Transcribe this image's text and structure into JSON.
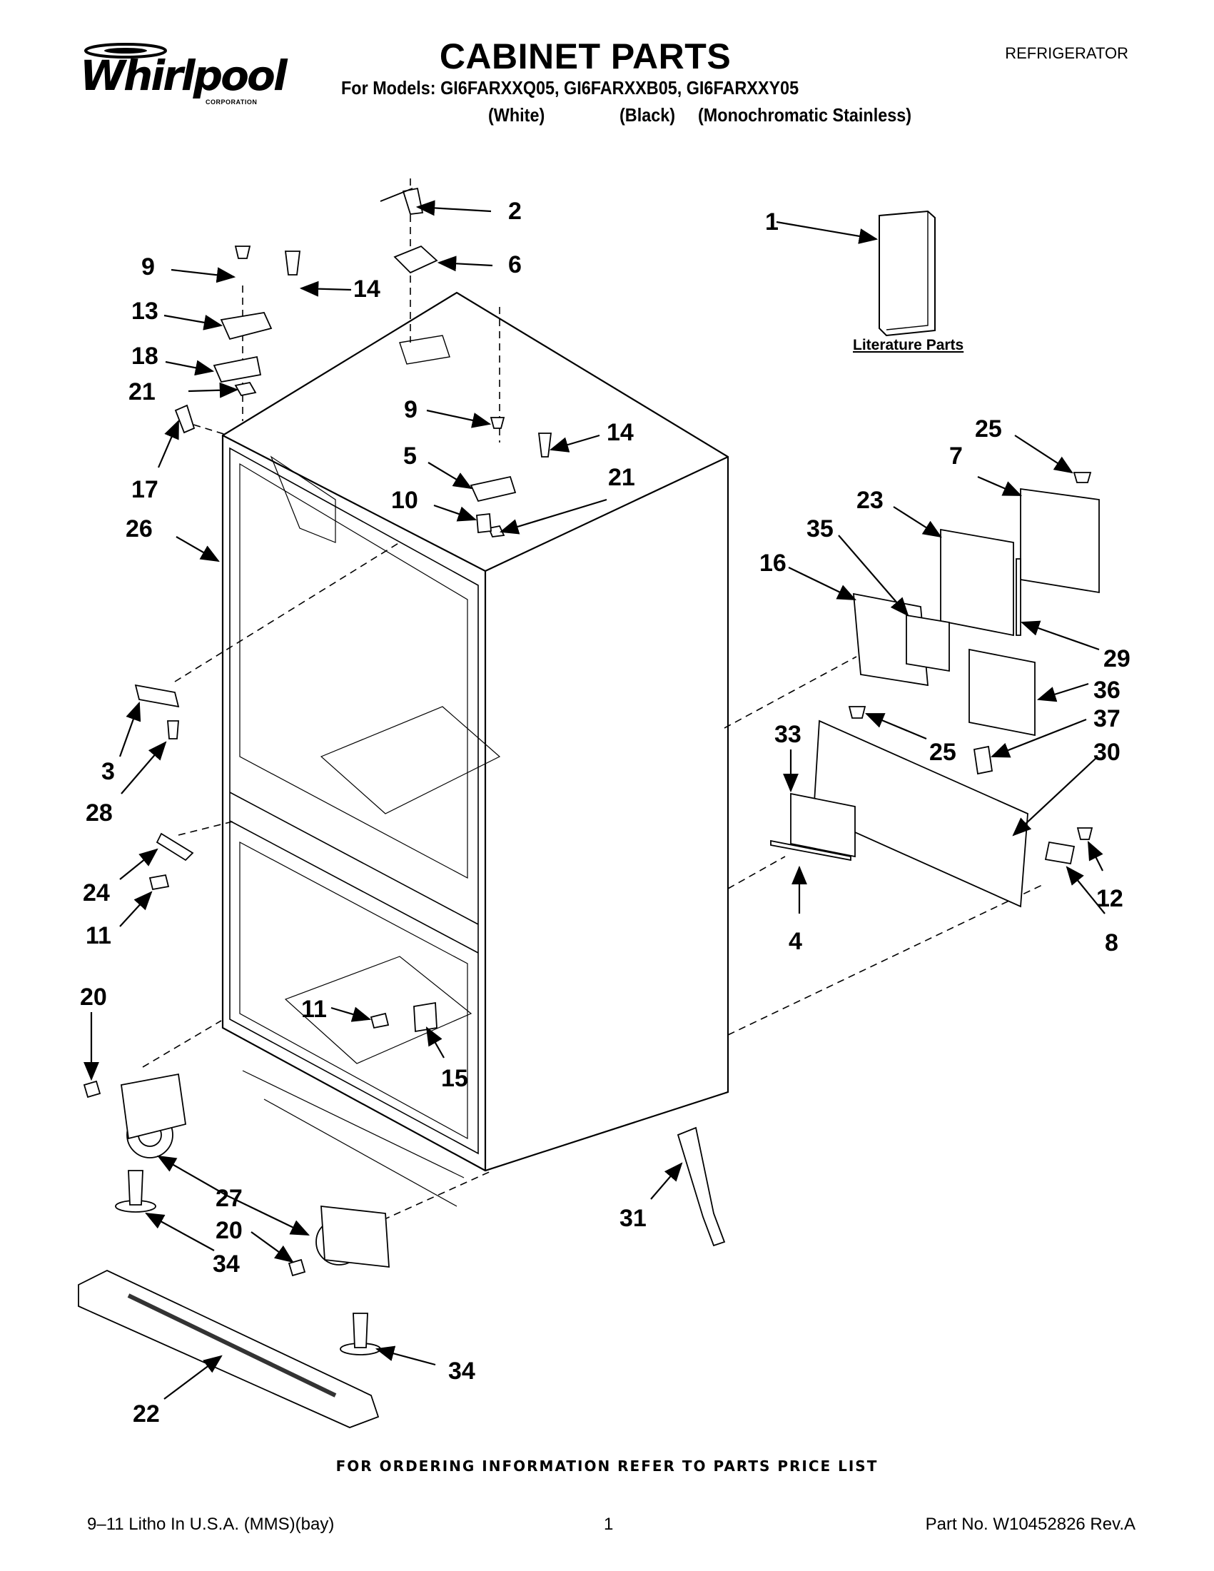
{
  "header": {
    "brand": "Whirlpool",
    "brand_subtitle": "CORPORATION",
    "title": "CABINET PARTS",
    "category": "REFRIGERATOR",
    "models_line": "For Models: GI6FARXXQ05, GI6FARXXB05, GI6FARXXY05",
    "color_white": "(White)",
    "color_black": "(Black)",
    "color_stainless": "(Monochromatic Stainless)"
  },
  "diagram": {
    "literature_label": "Literature Parts",
    "callouts": {
      "c1": "1",
      "c2": "2",
      "c6": "6",
      "c9a": "9",
      "c14a": "14",
      "c13": "13",
      "c18": "18",
      "c21a": "21",
      "c17": "17",
      "c26": "26",
      "c9b": "9",
      "c14b": "14",
      "c5": "5",
      "c10": "10",
      "c21b": "21",
      "c25a": "25",
      "c7": "7",
      "c23": "23",
      "c35": "35",
      "c16": "16",
      "c29": "29",
      "c36": "36",
      "c37": "37",
      "c25b": "25",
      "c33": "33",
      "c30": "30",
      "c3": "3",
      "c28": "28",
      "c24": "24",
      "c11a": "11",
      "c12": "12",
      "c4": "4",
      "c8": "8",
      "c20a": "20",
      "c11b": "11",
      "c15": "15",
      "c27": "27",
      "c20b": "20",
      "c34a": "34",
      "c31": "31",
      "c34b": "34",
      "c22": "22"
    }
  },
  "footer": {
    "order_note": "FOR ORDERING INFORMATION REFER TO PARTS PRICE LIST",
    "litho": "9–11 Litho In U.S.A. (MMS)(bay)",
    "page_number": "1",
    "part_no": "Part No. W10452826 Rev.A"
  }
}
